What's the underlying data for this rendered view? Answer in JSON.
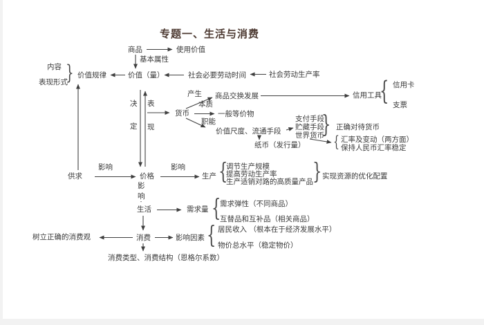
{
  "page": {
    "title": "专题一、生活与消费"
  },
  "glyphs": {
    "brace_left": "{",
    "brace_right": "}"
  },
  "nodes": {
    "shangpin": "商品",
    "shiyong_jiazhi": "使用价值",
    "jiben_shuxing": "基本属性",
    "neirong": "内容",
    "biaoxian_xingshi": "表现形式",
    "jiazhi_guilv": "价值规律",
    "jiazhi_liang": "价值（量）",
    "shehui_biyao_laodong_shijian": "社会必要劳动时间",
    "shehui_laodong_shengchanlv": "社会劳动生产率",
    "chansheng": "产生",
    "shangpin_jiaohuan_fazhan": "商品交换发展",
    "xinyong_gongju": "信用工具",
    "xinyongka": "信用卡",
    "zhipiao": "支票",
    "benzhi": "本质",
    "huobi": "货币",
    "yiban_dengjiawu": "一般等价物",
    "zhineng": "职能",
    "jiazhi_chidu_liutong": "价值尺度、流通手段",
    "zhifu_shouduan": "支付手段",
    "zhucang_shouduan": "贮藏手段",
    "shijie_huobi": "世界货币",
    "zhengque_duidai_huobi": "正确对待货币",
    "zhibi_faxingliang": "纸币（发行量）",
    "huilv_biandong": "汇率及变动（两方面）",
    "baochi_renminbi": "保持人民币汇率稳定",
    "gongqiu": "供求",
    "yingxiang_label_1": "影响",
    "jiage": "价格",
    "yingxiang_label_2": "影响",
    "shengchan": "生产",
    "tiaojie_guimo": "调节生产规模",
    "tigao_shengchanlv": "提高劳动生产率",
    "shixiao_chanpin": "生产适销对路的高质量产品",
    "shixian_youhua": "实现资源的优化配置",
    "shenghuo": "生活",
    "xuqiuliang": "需求量",
    "xuqiu_tanxing": "需求弹性（不同商品）",
    "hutipin_hubupin": "互替品和互补品（相关商品）",
    "shuli_xiaofeiguan": "树立正确的消费观",
    "xiaofei": "消费",
    "yingxiang_yinsu": "影响因素",
    "jumin_shouru": "居民收入 （根本在于经济发展水平）",
    "wujia_zongshuiping": "物价总水平（稳定物价）",
    "xiaofei_leixing": "消费类型、消费结构（恩格尔系数）"
  },
  "vertical_labels": {
    "jueding": [
      "决",
      "定"
    ],
    "biaoxian": [
      "表",
      "现"
    ],
    "yingxiang": [
      "影",
      "响"
    ]
  }
}
